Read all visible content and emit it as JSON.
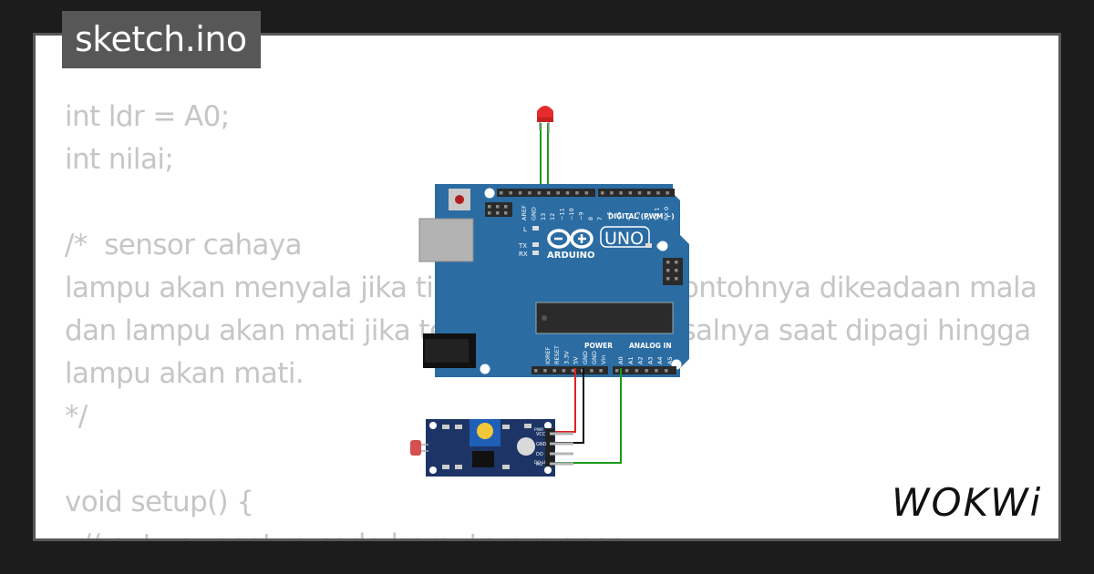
{
  "file_tab": {
    "label": "sketch.ino"
  },
  "code_lines": [
    "int ldr = A0;",
    "int nilai;",
    "",
    "/*  sensor cahaya",
    "lampu akan menyala jika tidak ada cahaya, contohnya dikeadaan malam hari",
    "dan lampu akan mati jika terkena cahaya, misalnya saat dipagi hingga sore hari",
    "lampu akan mati.",
    "*/",
    "",
    "void setup() {",
    "  // put your setup code here, to run once:"
  ],
  "board": {
    "logo_text": "UNO",
    "brand": "ARDUINO",
    "digital_label": "DIGITAL (PWM ~)",
    "power_label": "POWER",
    "analog_label": "ANALOG IN",
    "on_label": "ON",
    "l_label": "L",
    "tx_label": "TX",
    "rx_label": "RX",
    "top_pins": [
      "AREF",
      "GND",
      "13",
      "12",
      "~11",
      "~10",
      "~9",
      "8",
      "7",
      "~6",
      "~5",
      "4",
      "~3",
      "2",
      "TX 1",
      "RX 0"
    ],
    "power_pins": [
      "IOREF",
      "RESET",
      "3.3V",
      "5V",
      "GND",
      "GND",
      "Vin"
    ],
    "analog_pins": [
      "A0",
      "A1",
      "A2",
      "A3",
      "A4",
      "A5"
    ]
  },
  "sensor": {
    "pins": [
      "VCC",
      "GND",
      "DO",
      "AO"
    ],
    "pwr_led_label": "PWR LED",
    "do_led_label": "DO LED"
  },
  "brand_logo": "WOKWi",
  "colors": {
    "background": "#1c1c1c",
    "card": "#ffffff",
    "tab": "#575757",
    "code_text": "#c6c6c6",
    "board": "#2b6ca3",
    "sensor": "#1d3566",
    "wire_green": "#1a9a1a",
    "wire_red": "#e02020",
    "wire_black": "#111111",
    "led_red": "#e52b2b"
  }
}
